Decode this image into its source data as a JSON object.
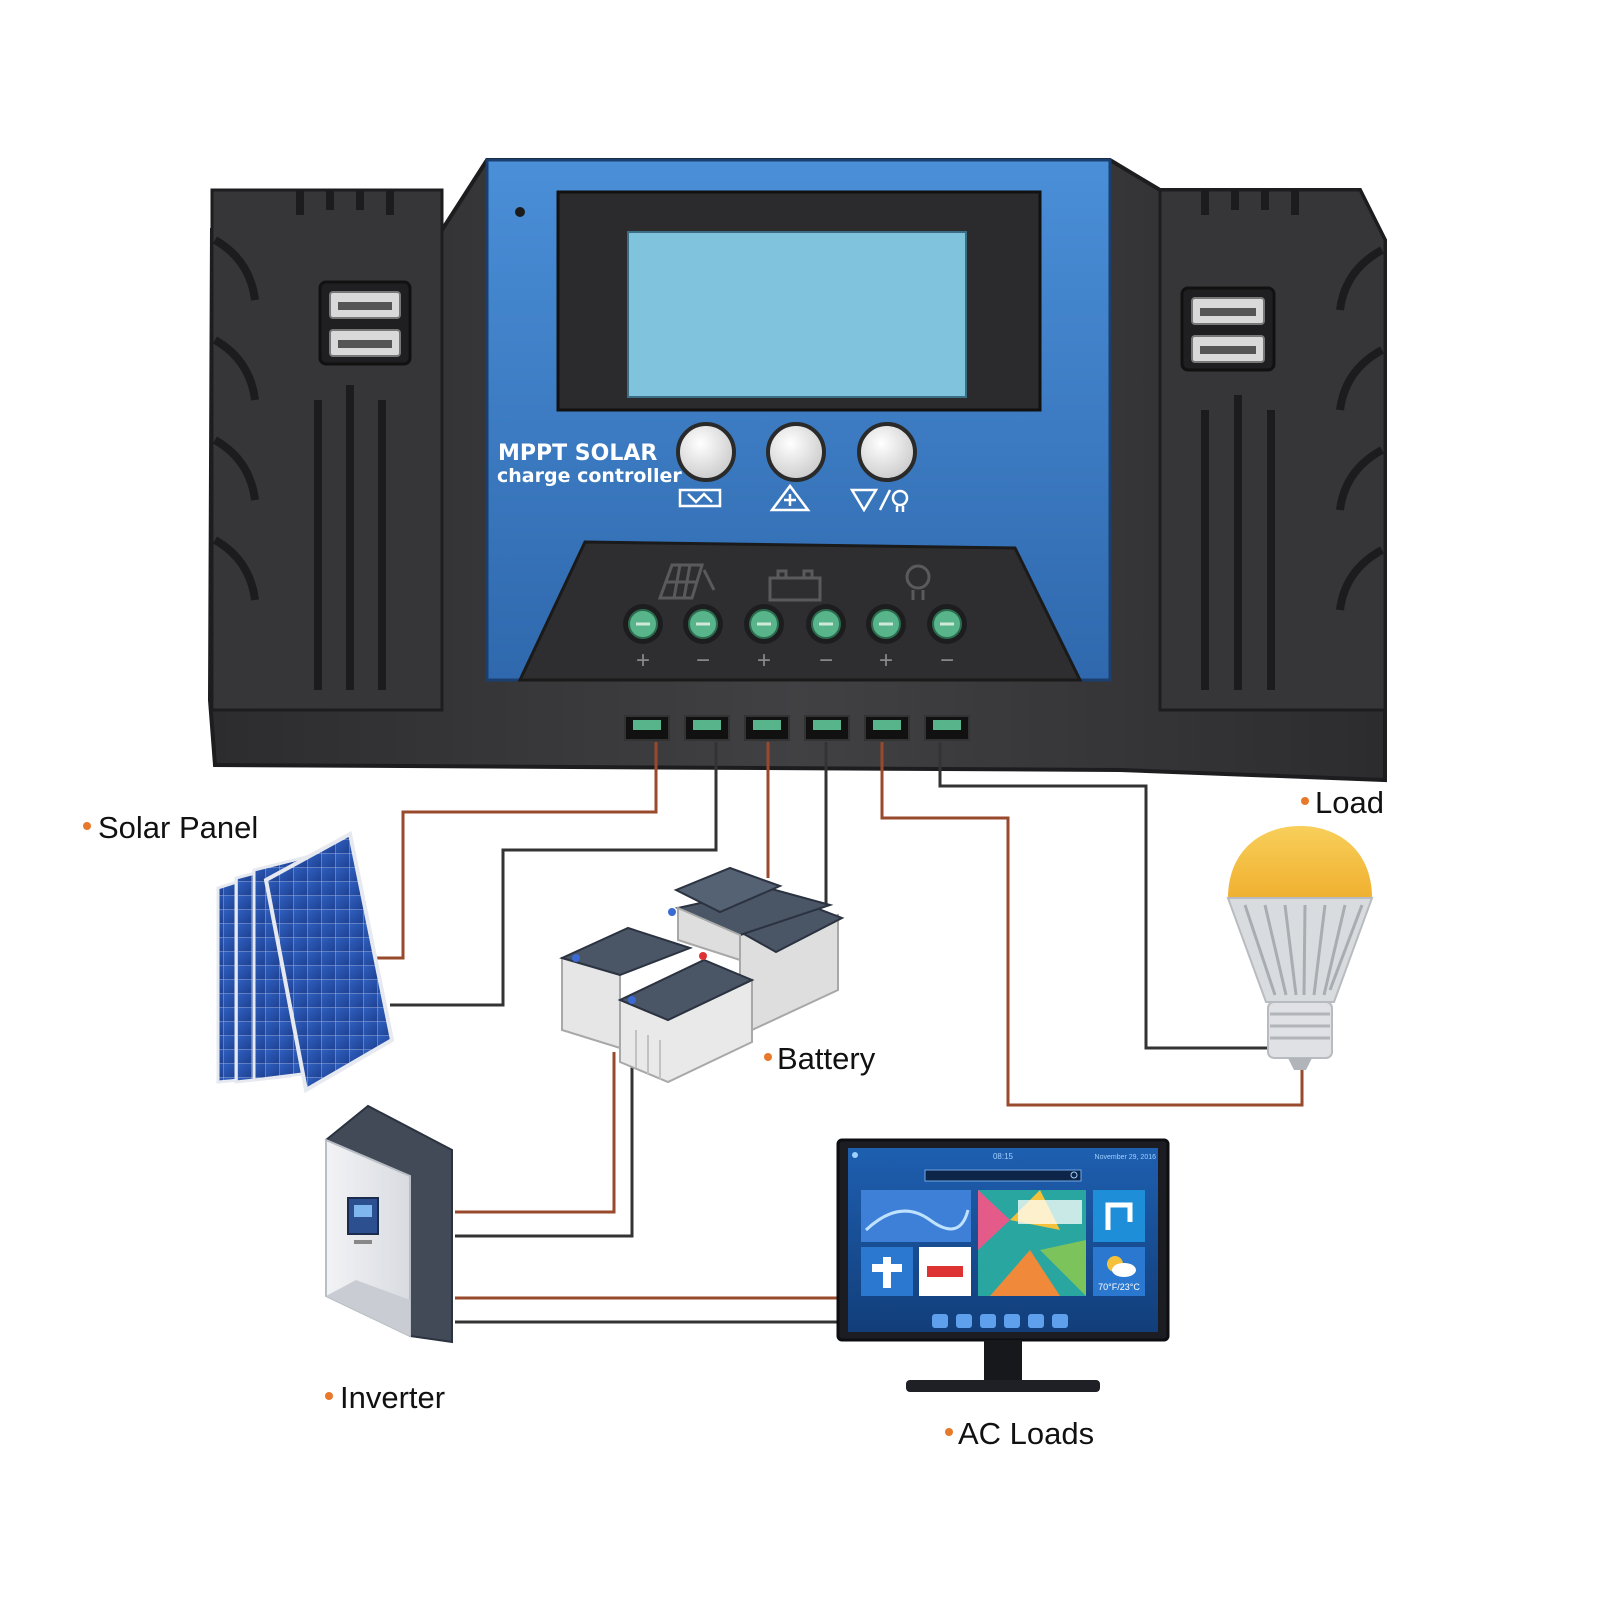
{
  "controller": {
    "brand_line1": "MPPT SOLAR",
    "brand_line2": "charge controller",
    "terminal_signs": [
      "+",
      "−",
      "+",
      "−",
      "+",
      "−"
    ]
  },
  "labels": {
    "solar_panel": "Solar Panel",
    "battery": "Battery",
    "load": "Load",
    "inverter": "Inverter",
    "ac_loads": "AC Loads"
  },
  "monitor": {
    "time": "08:15",
    "date": "November 29, 2016",
    "weather": "70°F/23°C"
  },
  "colors": {
    "housing": "#3a3a3c",
    "housing_edge": "#1d1d1f",
    "front_panel": "#3f7fc9",
    "lcd": "#7fc3dc",
    "bullet": "#e8782a",
    "wire_pos": "#9a4a2c",
    "wire_neg": "#333333",
    "bulb": "#f6c245",
    "terminal": "#58b48a"
  }
}
